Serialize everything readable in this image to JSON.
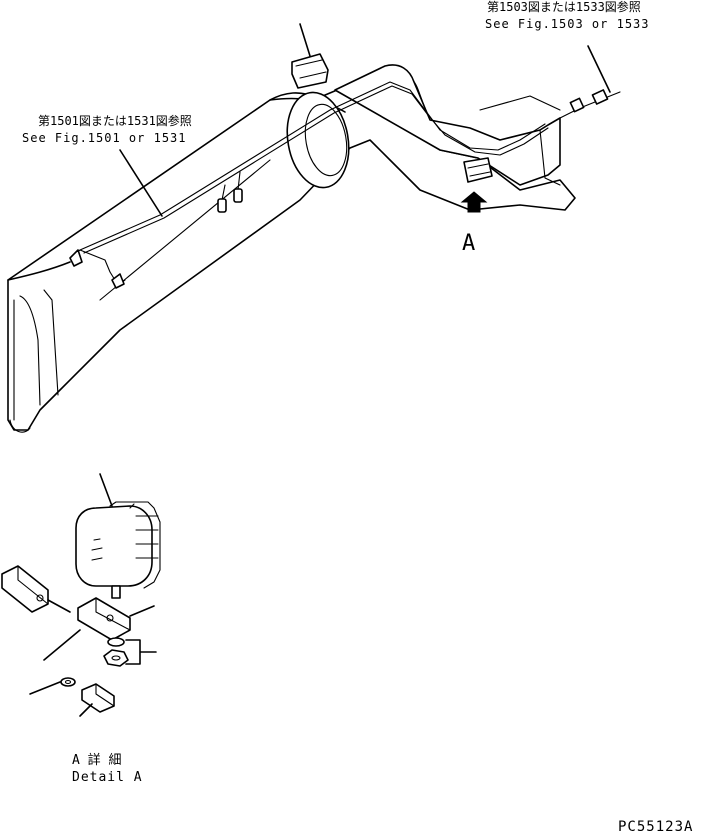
{
  "references": {
    "top_right": {
      "jp": "第1503図または1533図参照",
      "en": "See Fig.1503 or 1533"
    },
    "left": {
      "jp": "第1501図または1531図参照",
      "en": "See Fig.1501 or 1531"
    }
  },
  "view_marker": "A",
  "detail_caption": {
    "jp": "A 詳 細",
    "en": "Detail A"
  },
  "drawing_code": "PC55123A"
}
